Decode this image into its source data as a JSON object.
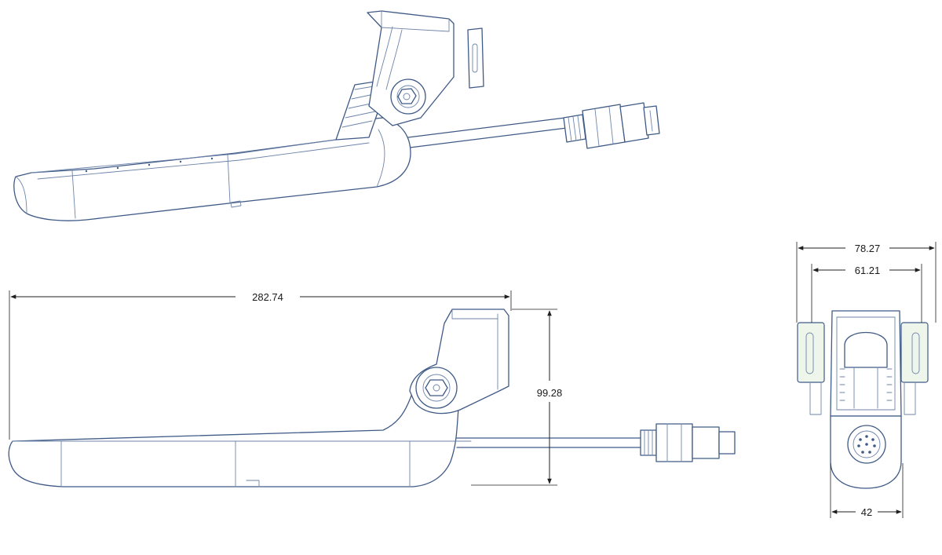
{
  "dimensions": {
    "overall_length": "282.74",
    "overall_height": "99.28",
    "bracket_width_outer": "78.27",
    "bracket_width_inner": "61.21",
    "body_width": "42"
  }
}
